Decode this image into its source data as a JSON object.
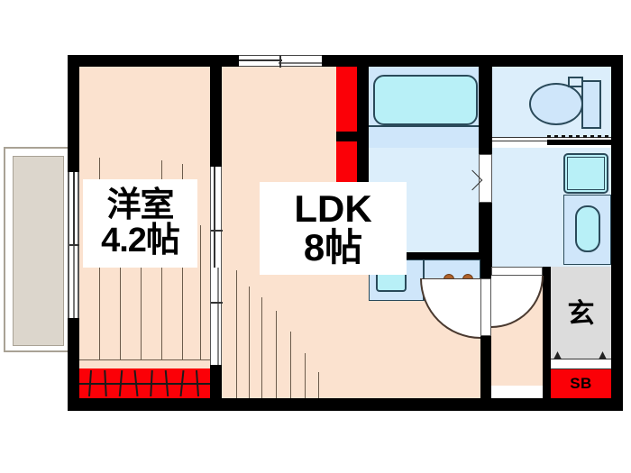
{
  "plan": {
    "type": "japanese-apartment-floorplan",
    "layout_code": "1LDK",
    "background_color": "#ffffff",
    "wall_color": "#000000",
    "room_fill_color": "#fbe2cf",
    "wet_area_fill_color": "#dceefb",
    "closet_accent_color": "#fb0007",
    "entrance_fill_color": "#dcdcdc"
  },
  "rooms": [
    {
      "id": "youshitsu",
      "name_line1": "洋室",
      "name_line2": "4.2帖",
      "type": "western-style-room",
      "size_jo": 4.2
    },
    {
      "id": "ldk",
      "name_line1": "LDK",
      "name_line2": "8帖",
      "type": "living-dining-kitchen",
      "size_jo": 8
    },
    {
      "id": "genkan",
      "name_line1": "玄",
      "type": "entrance"
    }
  ],
  "labels": {
    "youshitsu_line1": "洋室",
    "youshitsu_line2": "4.2帖",
    "ldk_line1": "LDK",
    "ldk_line2": "8帖",
    "genkan": "玄",
    "shoe_box": "SB"
  },
  "fixtures": [
    {
      "id": "bathtub",
      "name": "bathtub",
      "area": "bathroom"
    },
    {
      "id": "toilet-bowl",
      "name": "toilet",
      "area": "toilet-room"
    },
    {
      "id": "toilet-tank",
      "name": "toilet-tank",
      "area": "toilet-room"
    },
    {
      "id": "washing-machine-pan",
      "name": "washing-machine-space",
      "area": "washroom"
    },
    {
      "id": "vanity-basin",
      "name": "vanity-sink",
      "area": "washroom"
    },
    {
      "id": "kitchen-sink",
      "name": "kitchen-sink",
      "area": "kitchen"
    },
    {
      "id": "stove-burners",
      "name": "gas-stove-2-burner",
      "area": "kitchen",
      "burner_count": 2
    },
    {
      "id": "closet-bedroom",
      "name": "bedroom-closet",
      "area": "youshitsu"
    },
    {
      "id": "closet-ldk",
      "name": "ldk-closet",
      "area": "ldk"
    },
    {
      "id": "shoe-box",
      "name": "shoe-box",
      "area": "genkan"
    },
    {
      "id": "balcony",
      "name": "balcony",
      "area": "exterior"
    }
  ],
  "openings": [
    {
      "id": "window-ldk-north",
      "name": "sliding-window",
      "orientation": "horizontal"
    },
    {
      "id": "window-bedroom-west",
      "name": "balcony-sliding-door",
      "orientation": "vertical"
    },
    {
      "id": "door-bedroom-ldk",
      "name": "sliding-door",
      "orientation": "vertical"
    },
    {
      "id": "door-ldk-hall",
      "name": "hinged-door",
      "swing": "into-ldk"
    },
    {
      "id": "door-hall-washroom",
      "name": "hinged-door",
      "swing": "into-hall"
    },
    {
      "id": "door-bath-washroom",
      "name": "folding-door"
    },
    {
      "id": "entrance-door",
      "name": "entry-door"
    }
  ]
}
